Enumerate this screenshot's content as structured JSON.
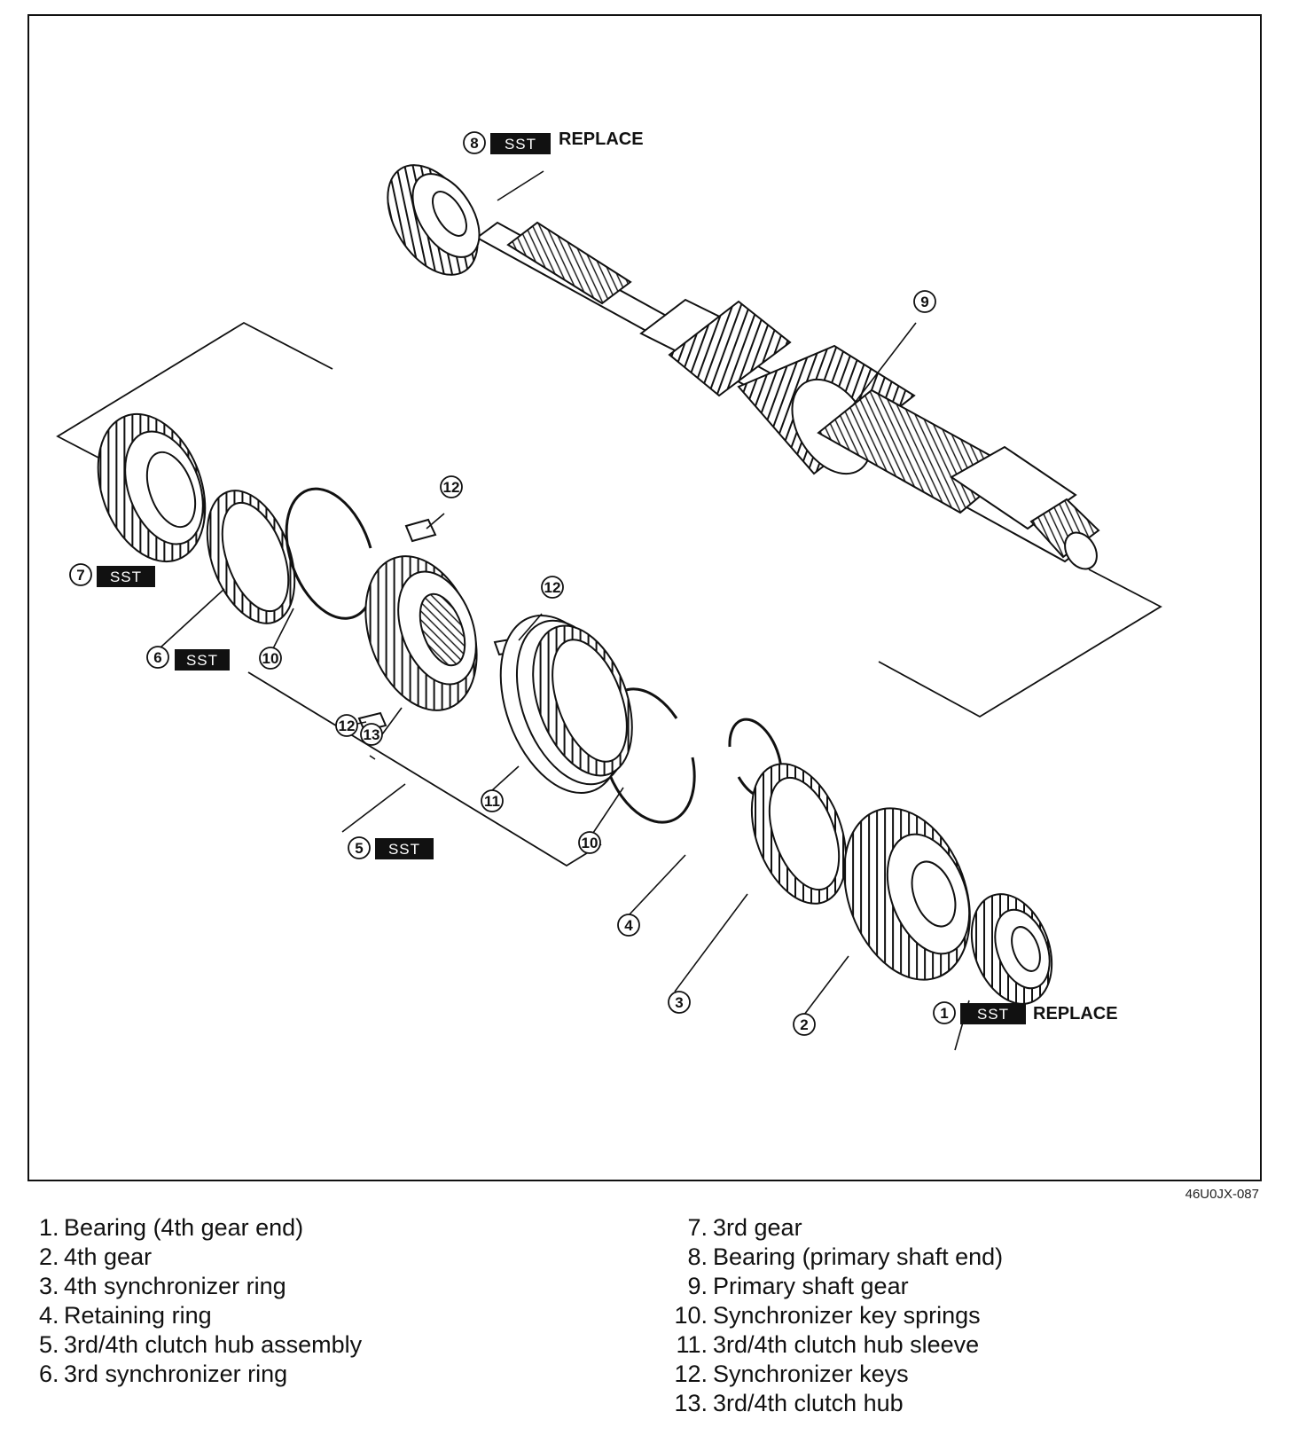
{
  "figure_code": "46U0JX-087",
  "callouts": [
    {
      "id": "1",
      "num": "1",
      "tag": "SST",
      "note": "REPLACE"
    },
    {
      "id": "2",
      "num": "2"
    },
    {
      "id": "3",
      "num": "3"
    },
    {
      "id": "4",
      "num": "4"
    },
    {
      "id": "5",
      "num": "5",
      "tag": "SST"
    },
    {
      "id": "6",
      "num": "6",
      "tag": "SST"
    },
    {
      "id": "7",
      "num": "7",
      "tag": "SST"
    },
    {
      "id": "8",
      "num": "8",
      "tag": "SST",
      "note": "REPLACE"
    },
    {
      "id": "9",
      "num": "9"
    },
    {
      "id": "10a",
      "num": "10"
    },
    {
      "id": "10b",
      "num": "10"
    },
    {
      "id": "11",
      "num": "11"
    },
    {
      "id": "12a",
      "num": "12"
    },
    {
      "id": "12b",
      "num": "12"
    },
    {
      "id": "12c",
      "num": "12"
    },
    {
      "id": "13",
      "num": "13"
    }
  ],
  "legend_left": [
    {
      "num": "1.",
      "text": "Bearing (4th gear end)"
    },
    {
      "num": "2.",
      "text": "4th gear"
    },
    {
      "num": "3.",
      "text": "4th synchronizer ring"
    },
    {
      "num": "4.",
      "text": "Retaining ring"
    },
    {
      "num": "5.",
      "text": "3rd/4th clutch hub assembly"
    },
    {
      "num": "6.",
      "text": "3rd synchronizer ring"
    }
  ],
  "legend_right": [
    {
      "num": "7.",
      "text": "3rd gear"
    },
    {
      "num": "8.",
      "text": "Bearing (primary shaft end)"
    },
    {
      "num": "9.",
      "text": "Primary shaft gear"
    },
    {
      "num": "10.",
      "text": "Synchronizer key springs"
    },
    {
      "num": "11.",
      "text": "3rd/4th clutch hub sleeve"
    },
    {
      "num": "12.",
      "text": "Synchronizer keys"
    },
    {
      "num": "13.",
      "text": "3rd/4th clutch hub"
    }
  ],
  "colors": {
    "ink": "#111111",
    "tag_bg": "#111111",
    "tag_text": "#ffffff"
  }
}
